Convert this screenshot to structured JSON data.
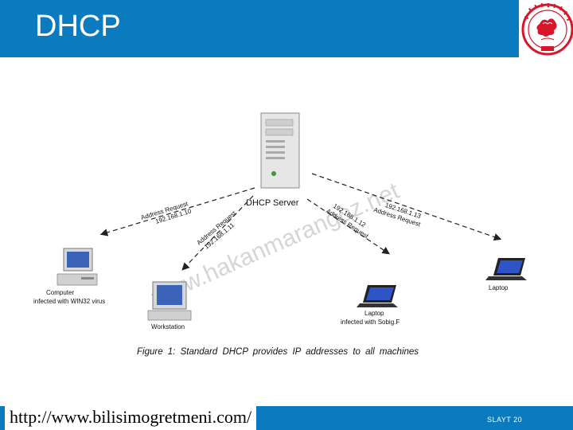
{
  "slide": {
    "title": "DHCP",
    "footer_url": "http://www.bilisimogretmeni.com/",
    "slide_number": "SLAYT 20",
    "watermark": "www.hakanmarangoz.net"
  },
  "diagram": {
    "server_label": "DHCP Server",
    "computer_label": "Computer",
    "computer_sub": "infected with WIN32 virus",
    "workstation_label": "Workstation",
    "laptop_center_label": "Laptop",
    "laptop_center_sub": "infected with Sobig.F",
    "laptop_right_label": "Laptop",
    "arrows": [
      {
        "request": "Address Request",
        "ip": "192.168.1.10"
      },
      {
        "request": "Address Request",
        "ip": "192.168.1.11"
      },
      {
        "request": "Address Request",
        "ip": "192.168.1.12"
      },
      {
        "request": "Address Request",
        "ip": "192.168.1.13"
      }
    ],
    "caption": "Figure 1: Standard DHCP provides IP addresses to all machines"
  },
  "colors": {
    "header_blue": "#0a7bbf",
    "logo_red": "#d8152a"
  },
  "icons": [
    "university-seal-icon",
    "server-icon",
    "desktop-computer-icon",
    "laptop-icon"
  ]
}
